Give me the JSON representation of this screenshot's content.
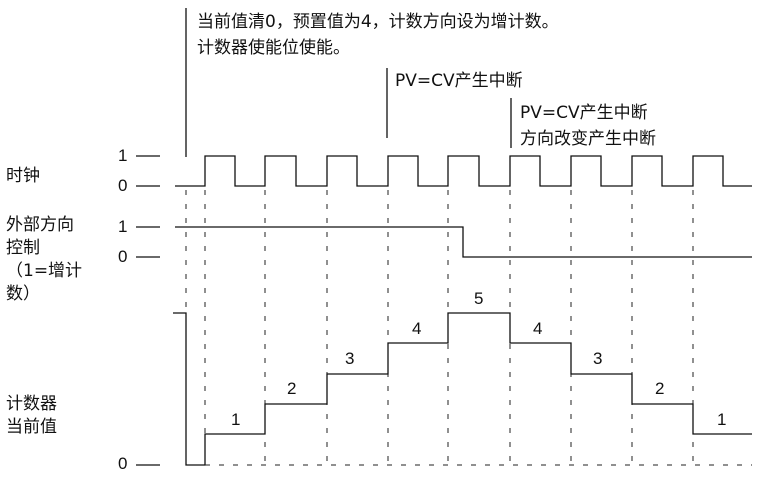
{
  "annotations": {
    "a1_line1": "当前值清0，预置值为4，计数方向设为增计数。",
    "a1_line2": "计数器使能位使能。",
    "a2": "PV=CV产生中断",
    "a3_line1": "PV=CV产生中断",
    "a3_line2": "方向改变产生中断"
  },
  "signals": {
    "clock": {
      "label": "时钟",
      "high": "1",
      "low": "0"
    },
    "direction": {
      "label_line1": "外部方向",
      "label_line2": "控制",
      "label_line3": "（1=增计",
      "label_line4": "数）",
      "high": "1",
      "low": "0"
    },
    "counter": {
      "label_line1": "计数器",
      "label_line2": "当前值",
      "zero": "0"
    }
  },
  "counter_values": [
    "1",
    "2",
    "3",
    "4",
    "5",
    "4",
    "3",
    "2",
    "1"
  ]
}
